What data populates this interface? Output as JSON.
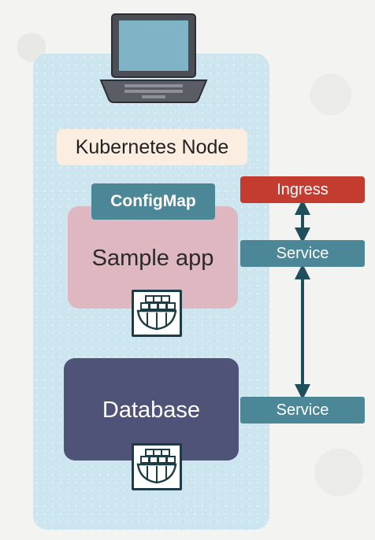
{
  "node": {
    "label": "Kubernetes Node"
  },
  "configmap": {
    "label": "ConfigMap"
  },
  "sample_app": {
    "label": "Sample app"
  },
  "database": {
    "label": "Database"
  },
  "ingress": {
    "label": "Ingress"
  },
  "services": [
    {
      "label": "Service"
    },
    {
      "label": "Service"
    }
  ],
  "icons": {
    "laptop": "laptop-icon",
    "pod": "container-pod-icon"
  },
  "colors": {
    "node_panel": "#cde5ee",
    "node_label_bg": "#fbeee1",
    "configmap": "#4c8798",
    "sample_app": "#dfb7c0",
    "database": "#505378",
    "ingress": "#c43b2f",
    "service": "#4c8798",
    "arrow": "#1f4f5c"
  }
}
